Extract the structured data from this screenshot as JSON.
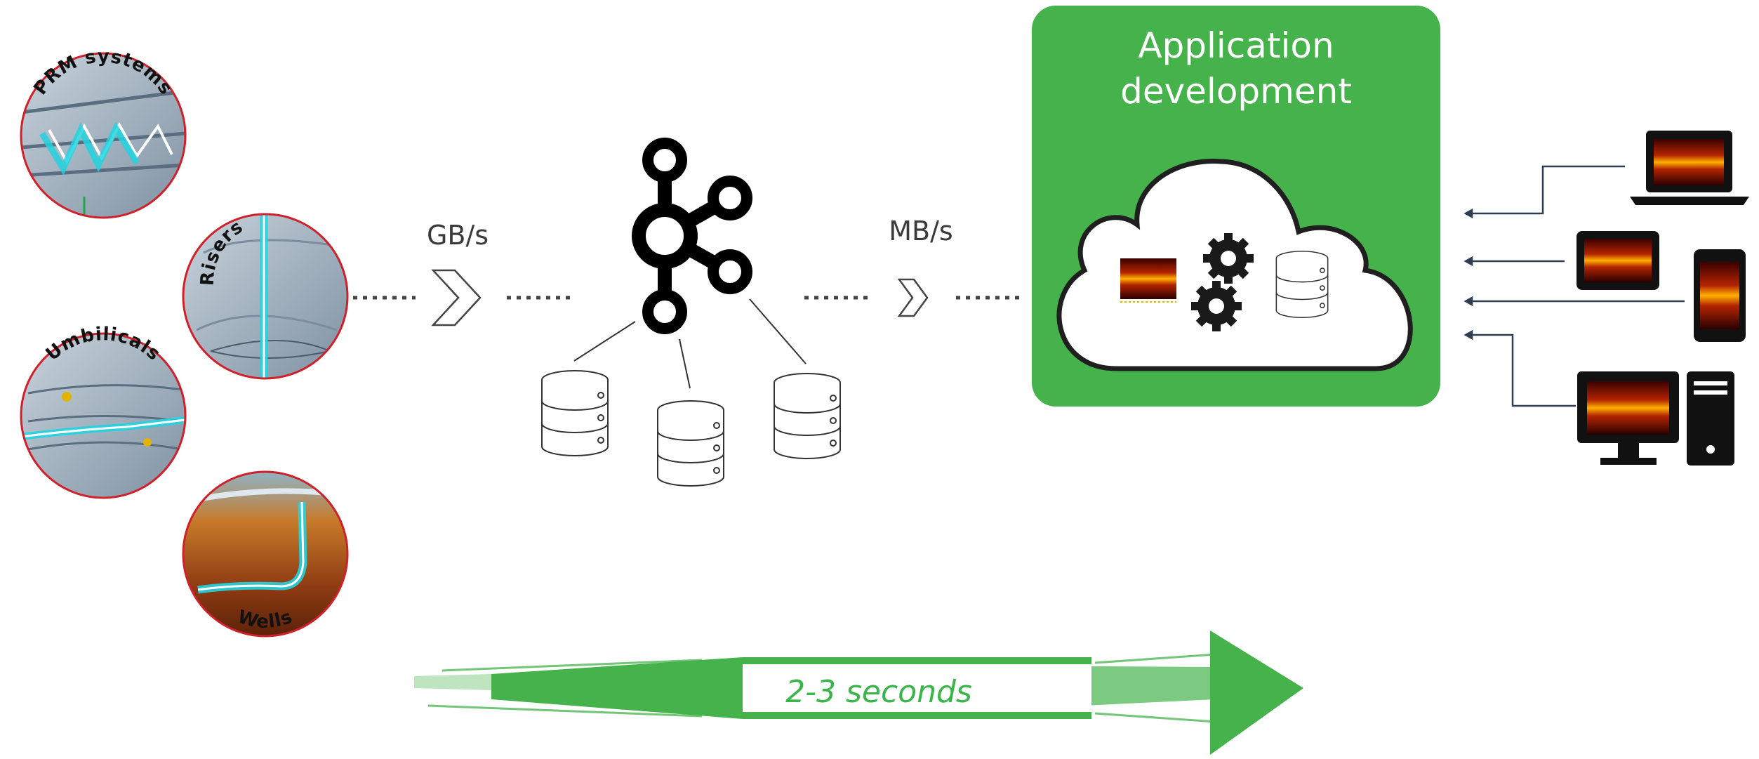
{
  "sources": {
    "prm": "PRM systems",
    "risers": "Risers",
    "umbilicals": "Umbilicals",
    "wells": "Wells"
  },
  "rates": {
    "ingest": "GB/s",
    "output": "MB/s"
  },
  "app": {
    "title_line1": "Application",
    "title_line2": "development"
  },
  "latency": "2-3 seconds",
  "colors": {
    "green": "#45b24b",
    "cyan": "#21d4e0",
    "dark": "#1f1f1f",
    "ring": "#d0202a",
    "arrow_line": "#2c3e50"
  }
}
